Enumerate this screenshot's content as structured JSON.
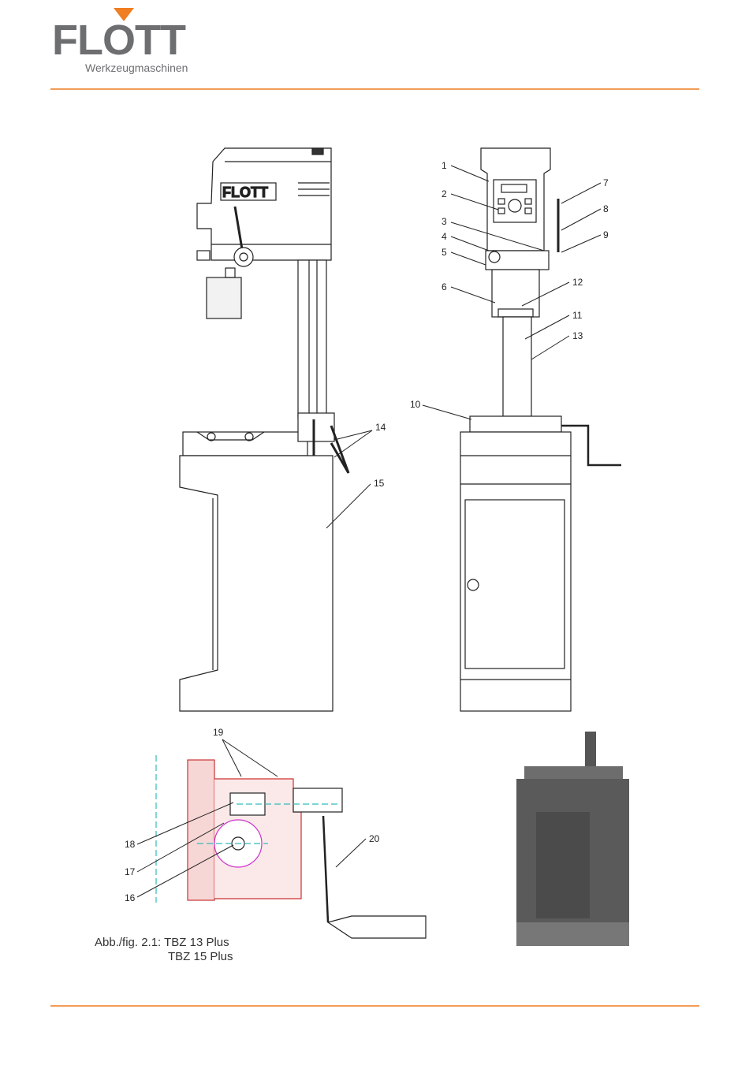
{
  "header": {
    "logo_word": "FLOTT",
    "logo_tagline": "Werkzeugmaschinen",
    "accent_color": "#f07e22",
    "rule_color": "#f29c58"
  },
  "figure": {
    "side_view_logo": "FLOTT",
    "callouts_front": [
      "1",
      "2",
      "3",
      "4",
      "5",
      "6",
      "7",
      "8",
      "9",
      "10",
      "11",
      "12",
      "13"
    ],
    "callouts_side": [
      "14",
      "15"
    ],
    "callouts_detail": [
      "16",
      "17",
      "18",
      "19",
      "20"
    ],
    "caption_line1": "Abb./fig. 2.1: TBZ 13 Plus",
    "caption_line2": "TBZ 15 Plus"
  }
}
